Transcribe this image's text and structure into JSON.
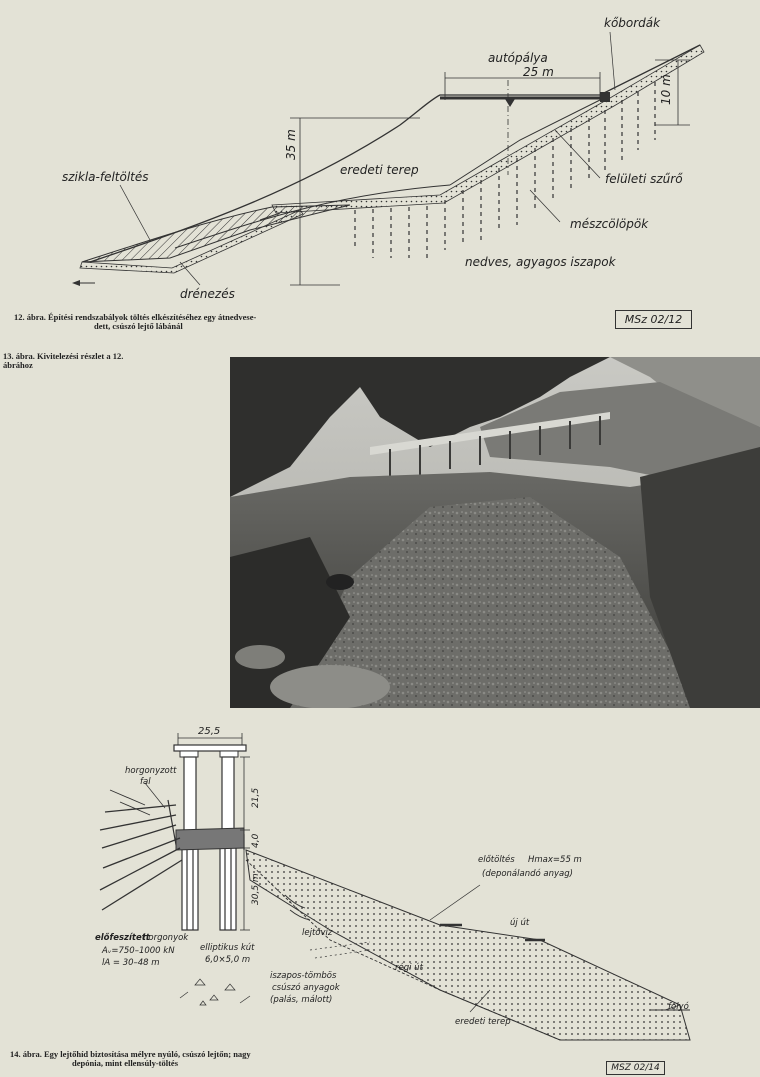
{
  "figure12": {
    "labels": {
      "autopalya": "autópálya",
      "width_25m": "25 m",
      "koburkolat": "kőbordák",
      "height_10m": "10 m",
      "height_35m": "35 m",
      "eredeti_terep": "eredeti terep",
      "szikla_feltoltes": "szikla-feltöltés",
      "feluleti_szuro": "felületi szűrő",
      "meszcolopok": "mészcölöpök",
      "nedves_agyagos_iszapok": "nedves, agyagos iszapok",
      "drenezes": "drénezés"
    },
    "caption_line1": "12. ábra. Építési rendszabályok töltés elkészítéséhez egy átnedvese-",
    "caption_line2": "dett, csúszó lejtő lábánál",
    "code": "MSz 02/12"
  },
  "figure13": {
    "caption_line1": "13. ábra. Kivitelezési részlet a 12.",
    "caption_line2": "ábrához"
  },
  "figure14": {
    "labels": {
      "width_255": "25,5",
      "dim_215": "21,5",
      "dim_40": "4,0",
      "dim_305": "30,5 m",
      "horgonyzott_fal_1": "horgonyzott",
      "horgonyzott_fal_2": "fal",
      "elofeszitett": "előfeszített",
      "horgonyok": "horgonyok",
      "anchor_force": "Aᵥ=750–1000 kN",
      "anchor_length": "lA = 30–48 m",
      "elliptikus_kut": "elliptikus kút",
      "kut_size": "6,0×5,0 m",
      "lejtoviz": "lejtővíz",
      "eloltoltes": "előtöltés",
      "hmax": "Hmax=55 m",
      "deponalando": "(deponálandó anyag)",
      "uj_ut": "új út",
      "regi_ut": "régi út",
      "iszapos_1": "iszapos-tömbös",
      "iszapos_2": "csúszó anyagok",
      "iszapos_3": "(palás, málott)",
      "folyo": "folyó",
      "eredeti_terep": "eredeti terep"
    },
    "caption_line1": "14. ábra. Egy lejtőhíd biztosítása mélyre nyúló, csúszó lejtőn; nagy",
    "caption_line2": "depónia, mint ellensúly-töltés",
    "code": "MSZ 02/14"
  }
}
